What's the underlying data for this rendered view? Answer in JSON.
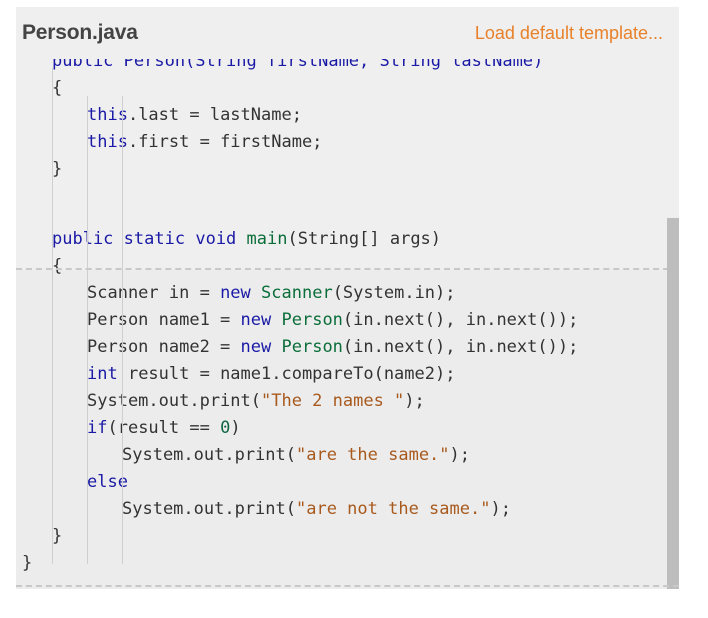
{
  "editor": {
    "filename": "Person.java",
    "load_template_label": "Load default template...",
    "colors": {
      "keyword": "#1a1aa6",
      "type": "#0b6e3a",
      "string": "#a85a1e",
      "link": "#e8812a"
    },
    "lines": [
      {
        "indent": 1,
        "tokens": [
          {
            "t": "public Person(String firstName, String lastName)",
            "c": "kw"
          }
        ]
      },
      {
        "indent": 1,
        "tokens": [
          {
            "t": "{",
            "c": ""
          }
        ]
      },
      {
        "indent": 2,
        "tokens": [
          {
            "t": "this",
            "c": "kw"
          },
          {
            "t": ".last = lastName;",
            "c": ""
          }
        ]
      },
      {
        "indent": 2,
        "tokens": [
          {
            "t": "this",
            "c": "kw"
          },
          {
            "t": ".first = firstName;",
            "c": ""
          }
        ]
      },
      {
        "indent": 1,
        "tokens": [
          {
            "t": "}",
            "c": ""
          }
        ]
      },
      {
        "indent": 0,
        "tokens": []
      },
      {
        "indent": 1,
        "tokens": [
          {
            "t": "public",
            "c": "kw"
          },
          {
            "t": " ",
            "c": ""
          },
          {
            "t": "static",
            "c": "kw"
          },
          {
            "t": " ",
            "c": ""
          },
          {
            "t": "void",
            "c": "kw"
          },
          {
            "t": " ",
            "c": ""
          },
          {
            "t": "main",
            "c": "type"
          },
          {
            "t": "(String[] args)",
            "c": ""
          }
        ]
      },
      {
        "indent": 1,
        "tokens": [
          {
            "t": "{",
            "c": ""
          }
        ]
      },
      {
        "indent": 2,
        "tokens": [
          {
            "t": "Scanner in = ",
            "c": ""
          },
          {
            "t": "new",
            "c": "kw"
          },
          {
            "t": " ",
            "c": ""
          },
          {
            "t": "Scanner",
            "c": "type"
          },
          {
            "t": "(System.in);",
            "c": ""
          }
        ]
      },
      {
        "indent": 2,
        "tokens": [
          {
            "t": "Person name1 = ",
            "c": ""
          },
          {
            "t": "new",
            "c": "kw"
          },
          {
            "t": " ",
            "c": ""
          },
          {
            "t": "Person",
            "c": "type"
          },
          {
            "t": "(in.next(), in.next());",
            "c": ""
          }
        ]
      },
      {
        "indent": 2,
        "tokens": [
          {
            "t": "Person name2 = ",
            "c": ""
          },
          {
            "t": "new",
            "c": "kw"
          },
          {
            "t": " ",
            "c": ""
          },
          {
            "t": "Person",
            "c": "type"
          },
          {
            "t": "(in.next(), in.next());",
            "c": ""
          }
        ]
      },
      {
        "indent": 2,
        "tokens": [
          {
            "t": "int",
            "c": "kw"
          },
          {
            "t": " result = name1.compareTo(name2);",
            "c": ""
          }
        ]
      },
      {
        "indent": 2,
        "tokens": [
          {
            "t": "System.out.print(",
            "c": ""
          },
          {
            "t": "\"The 2 names \"",
            "c": "str"
          },
          {
            "t": ");",
            "c": ""
          }
        ]
      },
      {
        "indent": 2,
        "tokens": [
          {
            "t": "if",
            "c": "kw"
          },
          {
            "t": "(result == ",
            "c": ""
          },
          {
            "t": "0",
            "c": "num"
          },
          {
            "t": ")",
            "c": ""
          }
        ]
      },
      {
        "indent": 3,
        "tokens": [
          {
            "t": "System.out.print(",
            "c": ""
          },
          {
            "t": "\"are the same.\"",
            "c": "str"
          },
          {
            "t": ");",
            "c": ""
          }
        ]
      },
      {
        "indent": 2,
        "tokens": [
          {
            "t": "else",
            "c": "kw"
          }
        ]
      },
      {
        "indent": 3,
        "tokens": [
          {
            "t": "System.out.print(",
            "c": ""
          },
          {
            "t": "\"are not the same.\"",
            "c": "str"
          },
          {
            "t": ");",
            "c": ""
          }
        ]
      },
      {
        "indent": 1,
        "tokens": [
          {
            "t": "}",
            "c": ""
          }
        ]
      },
      {
        "indent": 0,
        "tokens": [
          {
            "t": "}",
            "c": ""
          }
        ]
      }
    ]
  }
}
